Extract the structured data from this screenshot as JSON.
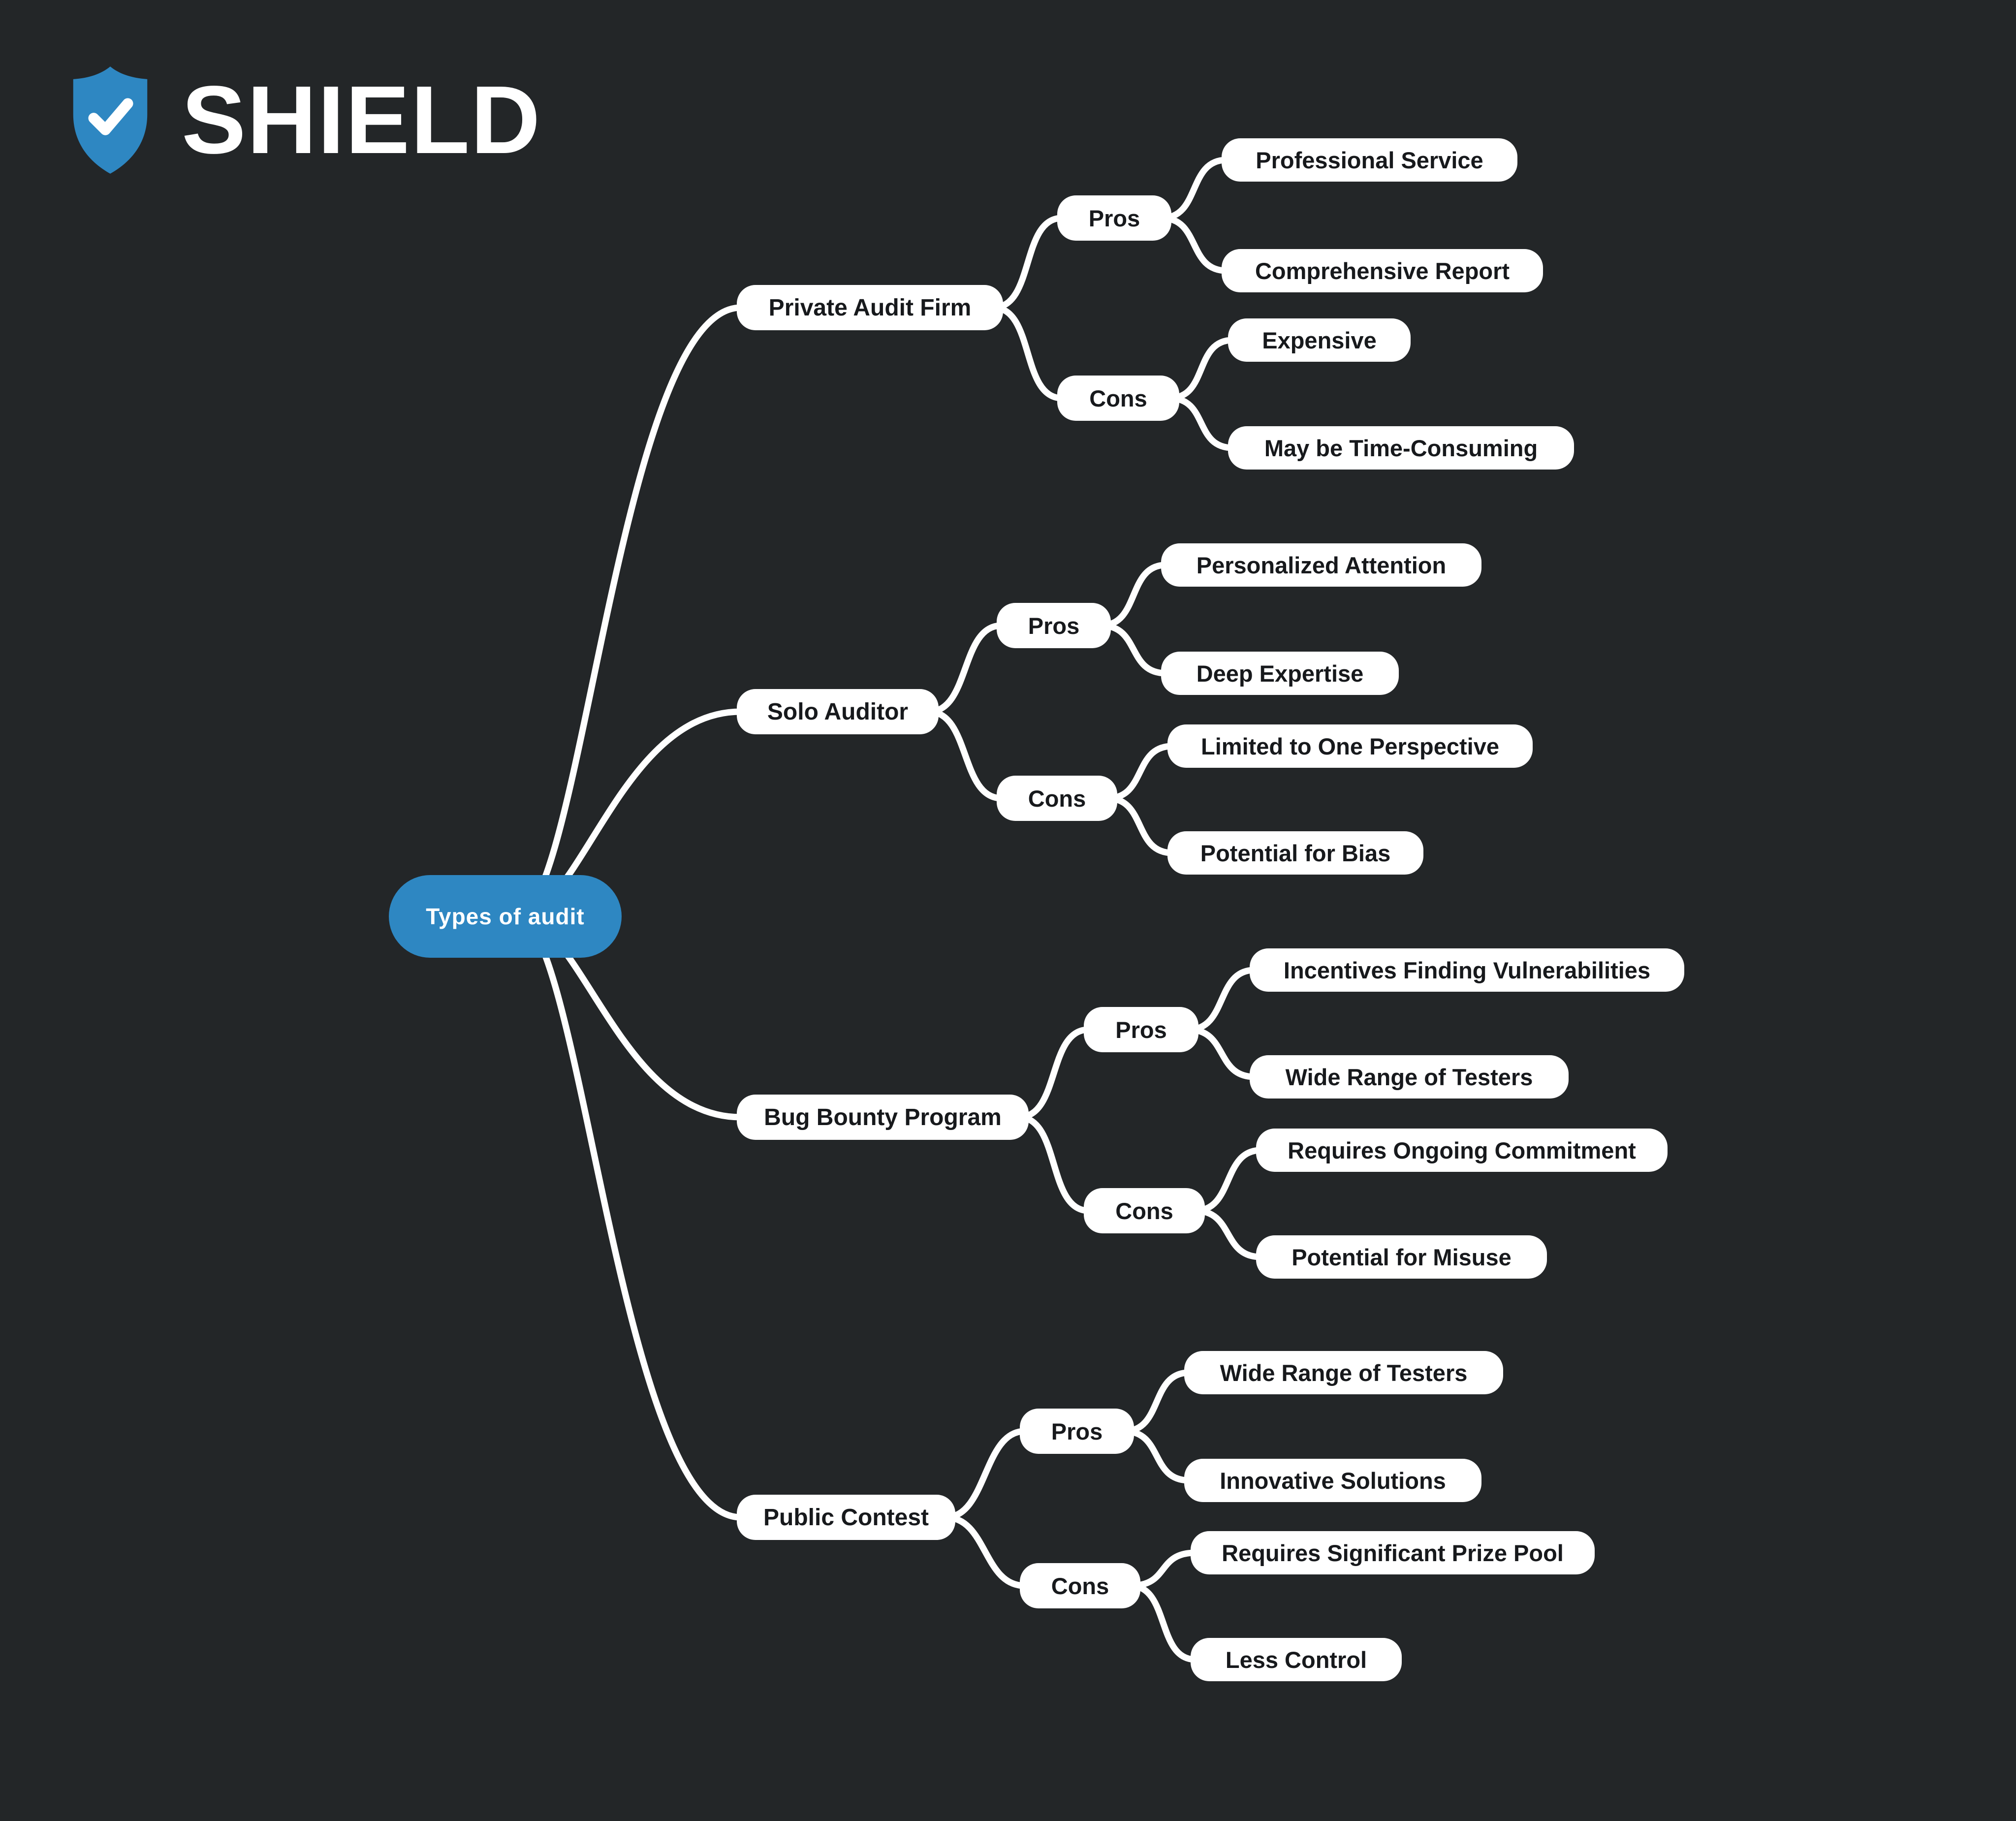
{
  "logo": {
    "icon": "shield-check",
    "text": "SHIELD"
  },
  "colors": {
    "background": "#232628",
    "node-fill": "#ffffff",
    "node-text": "#17191c",
    "accent": "#2e87c2",
    "root-text": "#ffffff",
    "edge": "#ffffff"
  },
  "root": {
    "label": "Types of audit"
  },
  "branches": [
    {
      "label": "Private Audit Firm",
      "pros": {
        "label": "Pros",
        "items": [
          "Professional Service",
          "Comprehensive Report"
        ]
      },
      "cons": {
        "label": "Cons",
        "items": [
          "Expensive",
          "May be Time-Consuming"
        ]
      }
    },
    {
      "label": "Solo Auditor",
      "pros": {
        "label": "Pros",
        "items": [
          "Personalized Attention",
          "Deep Expertise"
        ]
      },
      "cons": {
        "label": "Cons",
        "items": [
          "Limited to One Perspective",
          "Potential for Bias"
        ]
      }
    },
    {
      "label": "Bug Bounty Program",
      "pros": {
        "label": "Pros",
        "items": [
          "Incentives Finding Vulnerabilities",
          "Wide Range of Testers"
        ]
      },
      "cons": {
        "label": "Cons",
        "items": [
          "Requires Ongoing Commitment",
          "Potential for Misuse"
        ]
      }
    },
    {
      "label": "Public Contest",
      "pros": {
        "label": "Pros",
        "items": [
          "Wide Range of Testers",
          "Innovative Solutions"
        ]
      },
      "cons": {
        "label": "Cons",
        "items": [
          "Requires Significant Prize Pool",
          "Less Control"
        ]
      }
    }
  ]
}
